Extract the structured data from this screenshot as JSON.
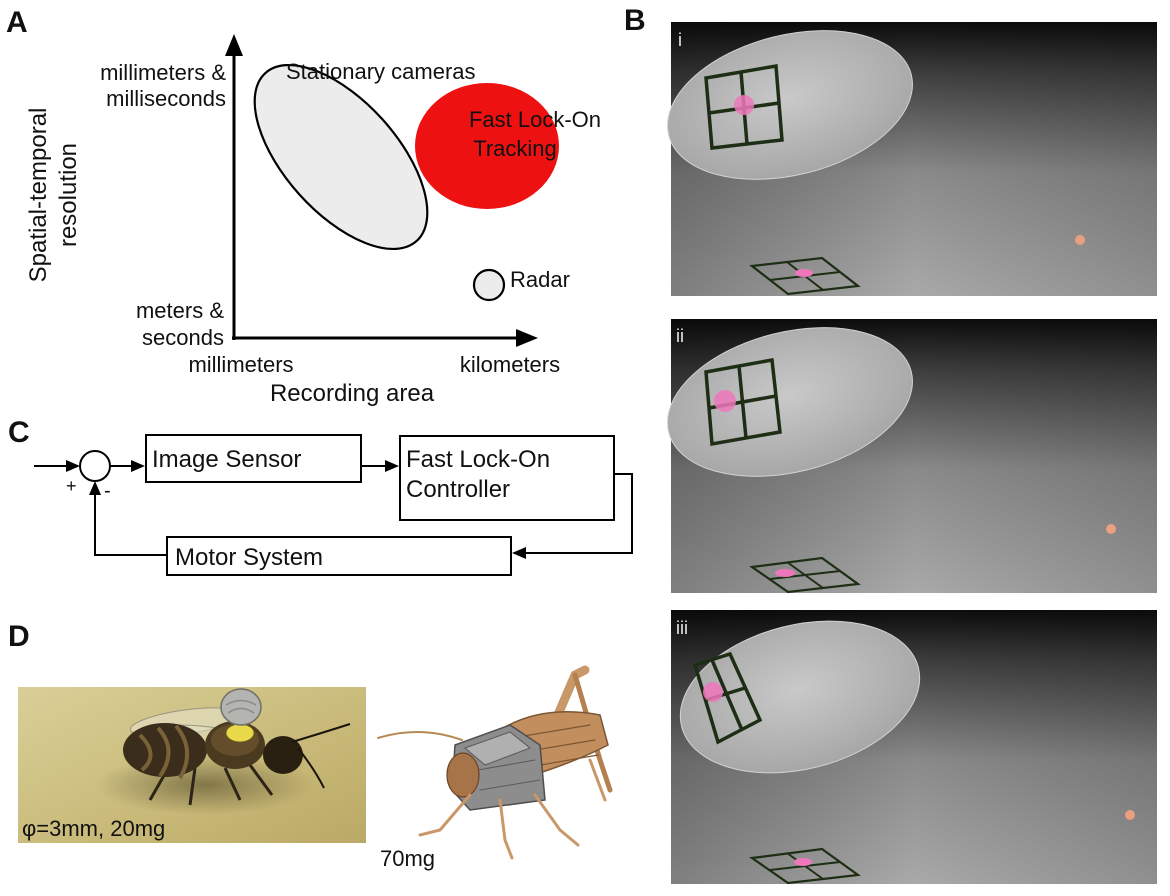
{
  "panels": {
    "a": "A",
    "b": "B",
    "c": "C",
    "d": "D"
  },
  "chart_data": {
    "type": "scatter",
    "xlabel": "Recording area",
    "ylabel_line1": "Spatial-temporal",
    "ylabel_line2": "resolution",
    "x_tick_low": "millimeters",
    "x_tick_high": "kilometers",
    "y_tick_high_line1": "millimeters &",
    "y_tick_high_line2": "milliseconds",
    "y_tick_low_line1": "meters &",
    "y_tick_low_line2": "seconds",
    "regions": [
      {
        "label": "Stationary cameras",
        "fill": "#ececec"
      },
      {
        "label_line1": "Fast Lock-On",
        "label_line2": "Tracking",
        "fill": "#ee1111"
      },
      {
        "label": "Radar",
        "fill": "#ececec"
      }
    ]
  },
  "diagram_c": {
    "plus": "+",
    "minus": "-",
    "image_sensor": "Image Sensor",
    "controller_line1": "Fast Lock-On",
    "controller_line2": "Controller",
    "motor_system": "Motor System"
  },
  "photos_d": {
    "bee_caption": "φ=3mm, 20mg",
    "locust_caption": "70mg"
  },
  "panel_b_frames": [
    "i",
    "ii",
    "iii"
  ]
}
